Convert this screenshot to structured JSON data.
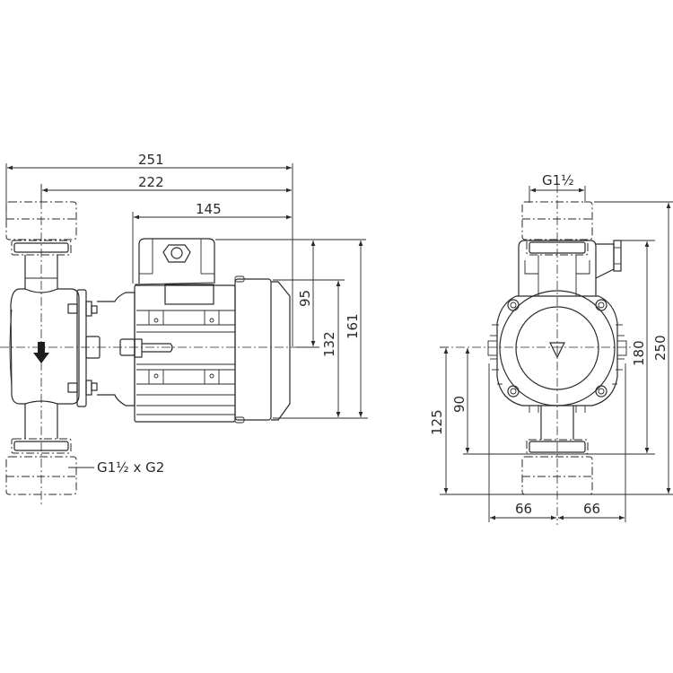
{
  "drawing": {
    "type": "Pump dimension drawing",
    "views": [
      "side-view",
      "front-view"
    ]
  },
  "side_view": {
    "dimensions": {
      "overall_length": "251",
      "flange_to_end": "222",
      "motor_length": "145",
      "axis_to_top_terminal": "95",
      "motor_height": "132",
      "overall_height": "161"
    },
    "connection_label": "G1½ x G2",
    "flow_direction": "down"
  },
  "front_view": {
    "dimensions": {
      "thread_size": "G1½",
      "axis_to_bottom_inner": "90",
      "axis_to_bottom_outer": "125",
      "inner_height": "180",
      "overall_height": "250",
      "half_width_left": "66",
      "half_width_right": "66"
    }
  },
  "colors": {
    "line": "#2a2a2a",
    "background": "#ffffff"
  }
}
